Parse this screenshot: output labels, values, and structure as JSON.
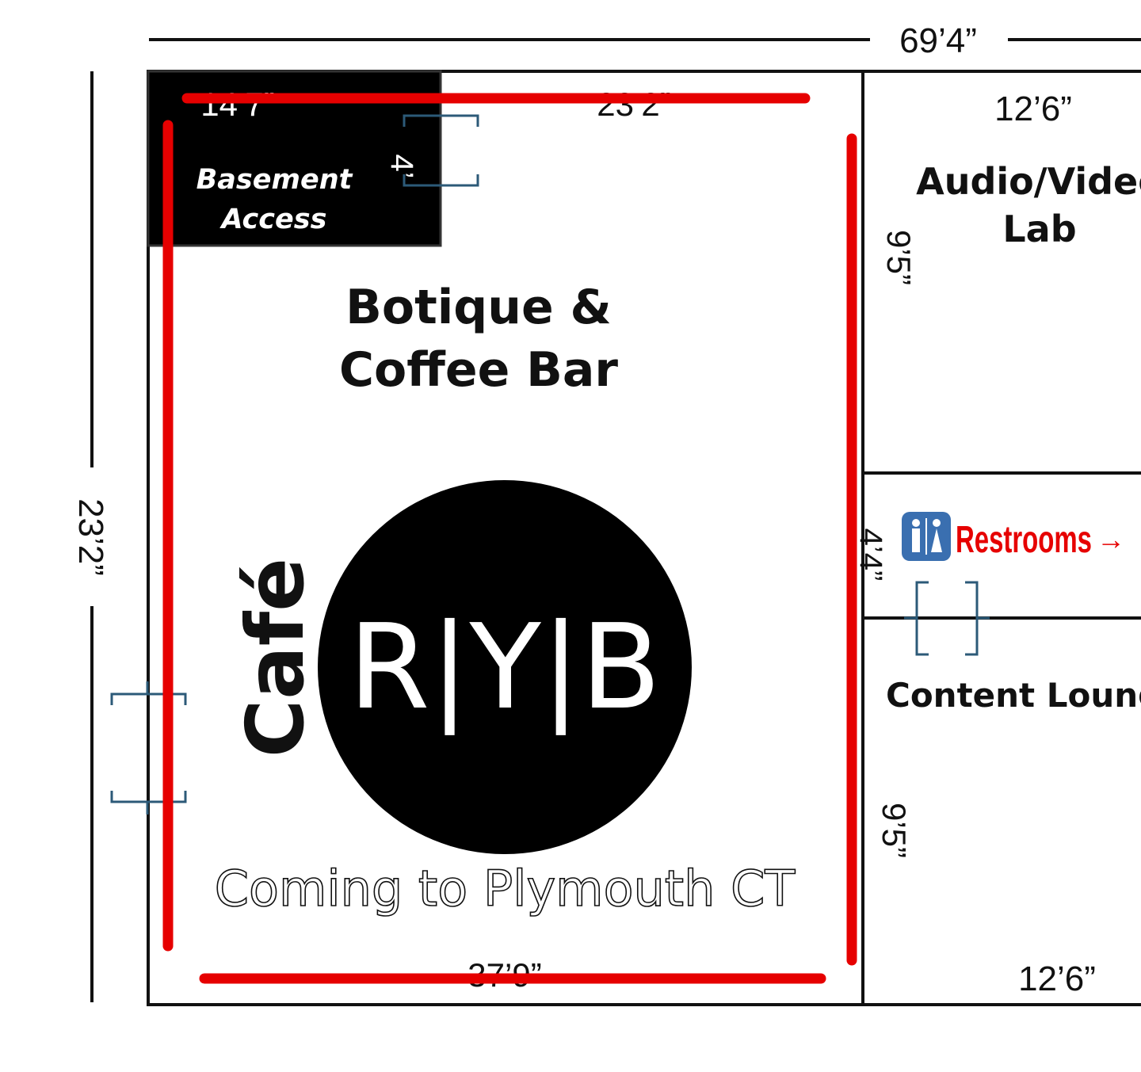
{
  "dimensions": {
    "overall_width": "69’4”",
    "overall_height": "23’2”",
    "basement_width": "14’7”",
    "top_segment": "23’2”",
    "door_width": "4’",
    "av_lab_width": "12’6”",
    "av_lab_height": "9’5”",
    "hall_width": "4’4”",
    "lounge_height": "9’5”",
    "lounge_width": "12’6”",
    "bottom_width": "37’9”"
  },
  "rooms": {
    "basement_line1": "Basement",
    "basement_line2": "Access",
    "botique_line1": "Botique &",
    "botique_line2": "Coffee Bar",
    "av_lab_line1": "Audio/Video",
    "av_lab_line2": "Lab",
    "content_lounge": "Content Lounge"
  },
  "restrooms": {
    "label": "Restrooms",
    "arrow": "→",
    "icon": "restroom-icon"
  },
  "logo": {
    "cafe": "Café",
    "mark": "R|Y|B",
    "tagline": "Coming to Plymouth CT"
  },
  "colors": {
    "highlight": "#e60000",
    "door": "#2c5a78",
    "ink": "#111111",
    "restroom_icon": "#3a6fb0"
  }
}
